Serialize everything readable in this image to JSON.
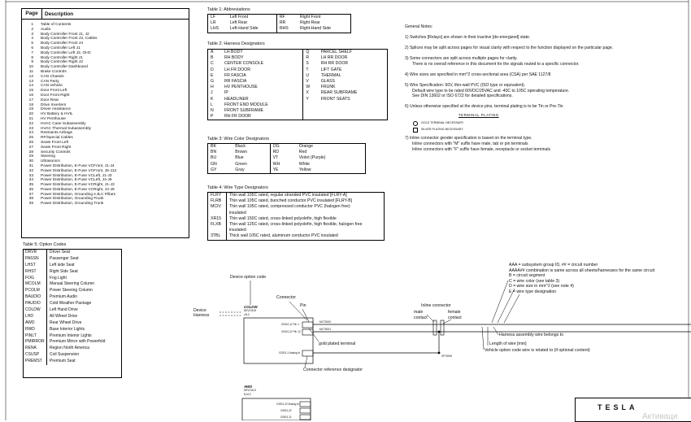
{
  "page_index": {
    "header_page": "Page",
    "header_desc": "Description",
    "rows": [
      {
        "page": "1",
        "desc": "Table of Contents"
      },
      {
        "page": "2",
        "desc": "Audio"
      },
      {
        "page": "3",
        "desc": "Body Controller Front J1, J2"
      },
      {
        "page": "4",
        "desc": "Body Controller Front J3, Cables"
      },
      {
        "page": "5",
        "desc": "Body Controller Front J4"
      },
      {
        "page": "6",
        "desc": "Body Controller Left J1"
      },
      {
        "page": "7",
        "desc": "Body Controller Left J2, OHC"
      },
      {
        "page": "8",
        "desc": "Body Controller Right J1"
      },
      {
        "page": "9",
        "desc": "Body Controller Right J2"
      },
      {
        "page": "10",
        "desc": "Body Controller Dashboard"
      },
      {
        "page": "11",
        "desc": "Brake Controls"
      },
      {
        "page": "12",
        "desc": "CAN Chassis"
      },
      {
        "page": "13",
        "desc": "CAN Party"
      },
      {
        "page": "14",
        "desc": "CAN Vehicle"
      },
      {
        "page": "15",
        "desc": "Door Front Left"
      },
      {
        "page": "16",
        "desc": "Door Front Right"
      },
      {
        "page": "17",
        "desc": "Door Rear"
      },
      {
        "page": "18",
        "desc": "Drive Inverters"
      },
      {
        "page": "19",
        "desc": "Driver Assistance"
      },
      {
        "page": "20",
        "desc": "HV Battery & HVIL"
      },
      {
        "page": "21",
        "desc": "HV Penthouse"
      },
      {
        "page": "22",
        "desc": "HVAC Case Subassembly"
      },
      {
        "page": "23",
        "desc": "HVAC Thermal Subassembly"
      },
      {
        "page": "24",
        "desc": "Restraints Airbags"
      },
      {
        "page": "25",
        "desc": "RF/Special Cables"
      },
      {
        "page": "26",
        "desc": "Seats Front Left"
      },
      {
        "page": "27",
        "desc": "Seats Front Right"
      },
      {
        "page": "28",
        "desc": "Security Controls"
      },
      {
        "page": "29",
        "desc": "Steering"
      },
      {
        "page": "30",
        "desc": "Ultrasonics"
      },
      {
        "page": "31",
        "desc": "Power Distribution, E-Fuse VCFront, J1-J4"
      },
      {
        "page": "32",
        "desc": "Power Distribution, E-Fuse VCFront, J5-J12"
      },
      {
        "page": "33",
        "desc": "Power Distribution, E-Fuse VCLeft, J1-J3"
      },
      {
        "page": "34",
        "desc": "Power Distribution, E-Fuse VCLeft, J4-J9"
      },
      {
        "page": "35",
        "desc": "Power Distribution, E-Fuse VCRight, J1-J3"
      },
      {
        "page": "36",
        "desc": "Power Distribution, E-Fuse VCRight, J4-J9"
      },
      {
        "page": "37",
        "desc": "Power Distribution, Grounding A,B,C Pillars"
      },
      {
        "page": "38",
        "desc": "Power Distribution, Grounding Frunk"
      },
      {
        "page": "39",
        "desc": "Power Distribution, Grounding Trunk"
      }
    ]
  },
  "table1": {
    "title": "Table 1: Abbreviations",
    "rows": [
      {
        "a": "LF",
        "b": "Left Front",
        "c": "RF",
        "d": "Right Front"
      },
      {
        "a": "LR",
        "b": "Left Rear",
        "c": "RR",
        "d": "Right Rear"
      },
      {
        "a": "LHS",
        "b": "Left-Hand Side",
        "c": "RHS",
        "d": "Right-Hand Side"
      }
    ]
  },
  "table2": {
    "title": "Table 2: Harness Designators",
    "rows": [
      {
        "a": "A",
        "b": "LH BODY",
        "c": "Q",
        "d": "PARCEL SHELF"
      },
      {
        "a": "B",
        "b": "RH BODY",
        "c": "R",
        "d": "LH RR DOOR"
      },
      {
        "a": "C",
        "b": "CENTER CONSOLE",
        "c": "S",
        "d": "RH RR DOOR"
      },
      {
        "a": "D",
        "b": "LH FR DOOR",
        "c": "T",
        "d": "LIFT GATE"
      },
      {
        "a": "E",
        "b": "FR FASCIA",
        "c": "U",
        "d": "THERMAL"
      },
      {
        "a": "G",
        "b": "RR FASCIA",
        "c": "V",
        "d": "GLASS"
      },
      {
        "a": "H",
        "b": "HV PENTHOUSE",
        "c": "W",
        "d": "FRUNK"
      },
      {
        "a": "J",
        "b": "IP",
        "c": "X",
        "d": "REAR SUBFRAME"
      },
      {
        "a": "K",
        "b": "HEADLINER",
        "c": "Y",
        "d": "FRONT SEATS"
      },
      {
        "a": "L",
        "b": "FRONT END MODULE",
        "c": "",
        "d": ""
      },
      {
        "a": "N",
        "b": "FRONT SUBFRAME",
        "c": "",
        "d": ""
      },
      {
        "a": "P",
        "b": "RH FR DOOR",
        "c": "",
        "d": ""
      }
    ]
  },
  "table3": {
    "title": "Table 3: Wire Color Designators",
    "rows": [
      {
        "a": "BK",
        "b": "Black",
        "c": "OG",
        "d": "Orange"
      },
      {
        "a": "BN",
        "b": "Brown",
        "c": "RD",
        "d": "Red"
      },
      {
        "a": "BU",
        "b": "Blue",
        "c": "VT",
        "d": "Violet (Purple)"
      },
      {
        "a": "GN",
        "b": "Green",
        "c": "WH",
        "d": "White"
      },
      {
        "a": "GY",
        "b": "Gray",
        "c": "YE",
        "d": "Yellow"
      }
    ]
  },
  "table4": {
    "title": "Table 4: Wire Type Designators",
    "rows": [
      {
        "a": "FLRY",
        "b": "Thin wall 105C rated, regular stranded PVC insulated [FLRY-A]"
      },
      {
        "a": "FLRB",
        "b": "Thin wall 105C rated, bunched conductor PVC insulated [FLRY-B]"
      },
      {
        "a": "MCIV",
        "b": "Thin wall 105C rated, compressed conductor PVC (halogen free)"
      },
      {
        "a": "",
        "b": "insulated"
      },
      {
        "a": "XR15",
        "b": "Thin wall 150C rated, cross-linked polyolefin, high flexible"
      },
      {
        "a": "FLXB",
        "b": "Thin wall 125C rated, cross-linked polyolefin, high flexible, halogen free"
      },
      {
        "a": "",
        "b": "insulated"
      },
      {
        "a": "3TBL",
        "b": "Thick wall 105C rated, aluminum conductor PVC insulated"
      }
    ]
  },
  "table5": {
    "title": "Table 5: Option Codes",
    "rows": [
      {
        "code": "DRVR",
        "desc": "Driver Seat"
      },
      {
        "code": "PASSN",
        "desc": "Passenger Seat"
      },
      {
        "code": "LHST",
        "desc": "Left side Seat"
      },
      {
        "code": "RHST",
        "desc": "Right Side Seat"
      },
      {
        "code": "FOG",
        "desc": "Fog Light"
      },
      {
        "code": "MCOLM",
        "desc": "Manual Steering Column"
      },
      {
        "code": "PCOLM",
        "desc": "Power Steering Column"
      },
      {
        "code": "BAUDIO",
        "desc": "Premium Audio"
      },
      {
        "code": "PAUDIO",
        "desc": "Cold Weather Package"
      },
      {
        "code": "COLDW",
        "desc": "Left Hand Drive"
      },
      {
        "code": "LHD",
        "desc": "All Wheel Drive"
      },
      {
        "code": "AWD",
        "desc": "Rear Wheel Drive"
      },
      {
        "code": "RWD",
        "desc": "Base Interior Lights"
      },
      {
        "code": "PINLT",
        "desc": "Premium Interior Lights"
      },
      {
        "code": "PMIRROR",
        "desc": "Premium Mirror with Powerfold"
      },
      {
        "code": "RENA",
        "desc": "Region North America"
      },
      {
        "code": "CSUSP",
        "desc": "Coil Suspension"
      },
      {
        "code": "PREMST",
        "desc": "Premium Seat"
      }
    ]
  },
  "notes": {
    "title": "General Notes:",
    "items": [
      [
        "1) Switches [Relays] are shown in their inactive [de-energized] state."
      ],
      [
        "2) Splices may be split across pages for visual clarity with respect to the function displayed on the particular page."
      ],
      [
        "3) Some connectors are split across multiple pages for clarity.",
        "There is no overall reference in this document for the signals routed to a specific connector."
      ],
      [
        "4) Wire sizes are specified in mm^2 cross-sectional area (CSA) per SAE 1127/8"
      ],
      [
        "5) Wire Specification: 60V, thin-wall PVC (ISO type or equivalent).",
        "Default wire type to be rated 60VDC/25VAC and -40C to 105C operating temperature.",
        "See DIN 13602 or ISO 6722 for detailed specifications."
      ],
      [
        "6) Unless otherwise specified at the device pins, terminal plating is to be Tin or Pre-Tin"
      ]
    ],
    "plating_title": "TERMINAL PLATING",
    "plating_gold": "GOLD TERMINAL NECESSARY",
    "plating_silver": "SILVER PLATING NECESSARY",
    "note7": [
      "7) Inline connector gender specification is based on the terminal type.",
      "Inline connectors with \"M\" suffix have male, tab or pin terminals",
      "Inline connectors with \"F\" suffix have female, receptacle or socket terminals"
    ]
  },
  "legend": {
    "lines": [
      "AAA = subsystem group ID, ## = circuit number",
      "AAAA## combination is same across all sheets/harnesses for the same circuit",
      "B = circuit segment",
      "C = wire color (see table 3)",
      "D = wire size in mm^2 (see note 4)",
      "E = wire type designation"
    ]
  },
  "diagram": {
    "device_option_code": "Device option code",
    "connector": "Connector",
    "pin": "Pin",
    "device_harness_1": "Device",
    "device_harness_2": "Harness",
    "coldw": "COLDW",
    "dev_id": "DEV21100",
    "dev_sub": "LB,C",
    "inline_connector": "Inline connector",
    "male_contact_1": "male",
    "male_contact_2": "contact",
    "female_contact_1": "female",
    "female_contact_2": "contact",
    "gold_plated": "gold plated terminal",
    "conn_ref": "Connector reference designator",
    "harness_belongs": "Harness assembly wire belongs to",
    "length": "Length of wire [mm]",
    "vehicle_option": "Vehicle option code wire is related to (if optional content)",
    "awd": "AWD",
    "dev2": "DEV21101",
    "dev2_sub": "N,M,C",
    "wire1": "MCT5000",
    "wire2": "MCT5001",
    "pin1": "X0010-12 Pin 1",
    "pin2": "X0010-22 Pin 12",
    "pin3": "X2001-1 Analog In",
    "splice": "SP75000",
    "pin4": "X3001-22 Analog In",
    "pin5": "X3001-22",
    "pin6": "X3001-11"
  },
  "brand": "TESLA",
  "watermark": "Активаци"
}
